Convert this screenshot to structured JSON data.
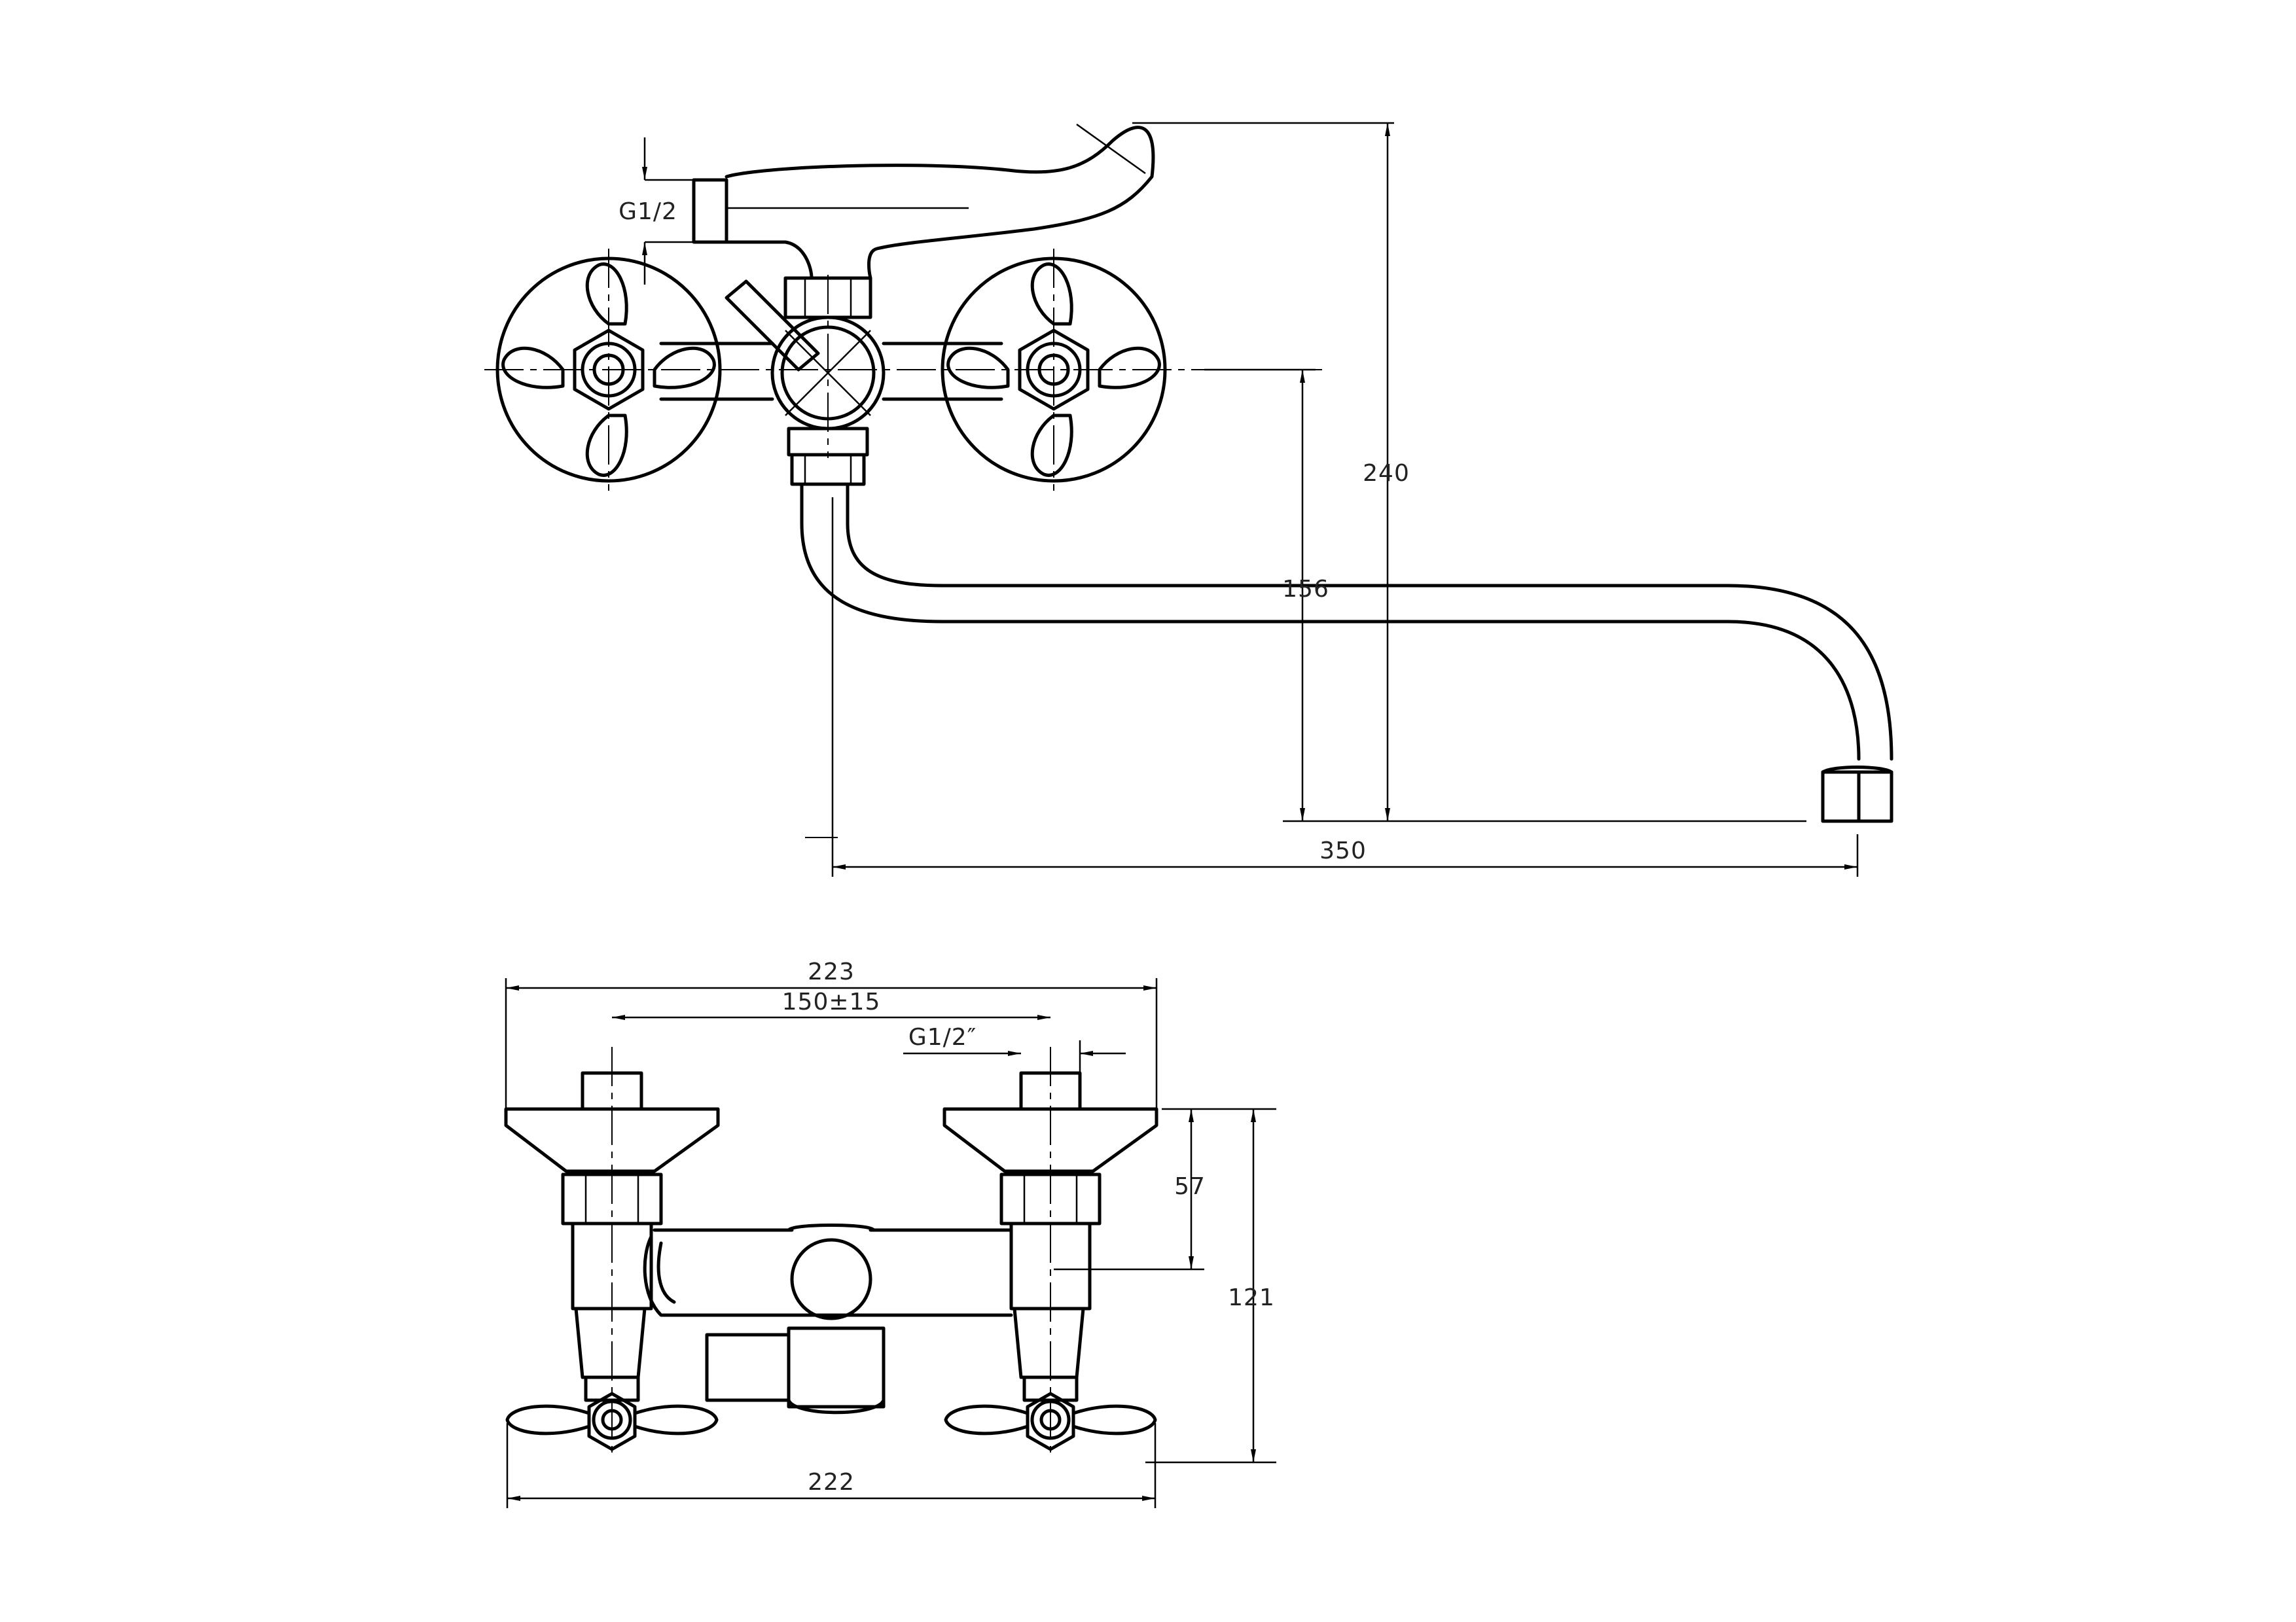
{
  "top_view": {
    "thread_label": "G1/2",
    "dim_height_total": "240",
    "dim_height_spout": "156",
    "dim_reach": "350"
  },
  "front_view": {
    "dim_width_top": "223",
    "dim_centers": "150±15",
    "thread_label": "G1/2″",
    "dim_height_upper": "57",
    "dim_height_total": "121",
    "dim_width_bottom": "222"
  }
}
